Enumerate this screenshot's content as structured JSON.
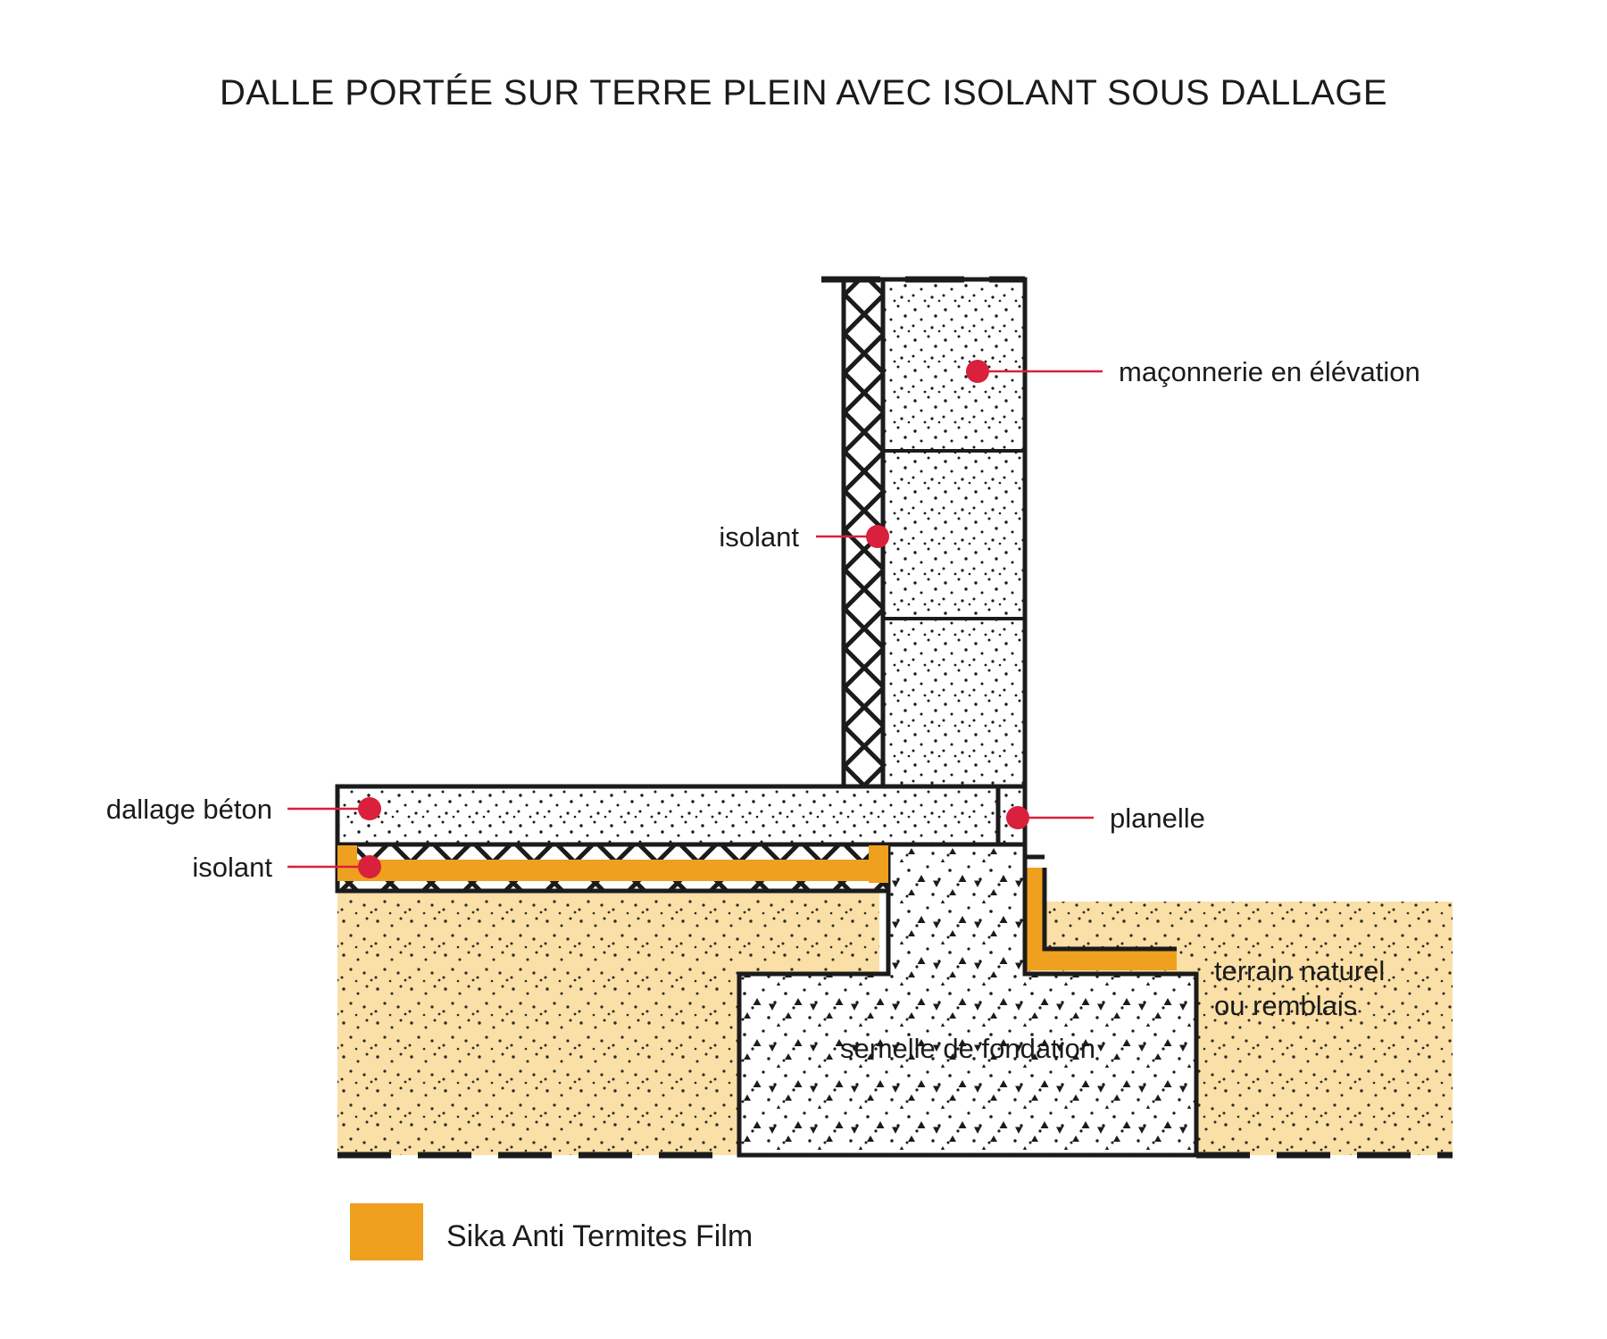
{
  "page": {
    "title": "DALLE PORTÉE SUR TERRE PLEIN AVEC ISOLANT SOUS DALLAGE",
    "background_color": "#FFFFFF"
  },
  "colors": {
    "film_orange": "#EFA01E",
    "terrain_sand": "#FADFA6",
    "marker_red": "#D9203C",
    "line_black": "#1B1B1B",
    "concrete_fill": "#FFFFFF",
    "text": "#1B1B1B"
  },
  "callouts": [
    {
      "id": "maconnerie-en-elevation",
      "label": "maçonnerie en élévation",
      "marker": "red-dot",
      "anchor_side": "right"
    },
    {
      "id": "isolant-mur",
      "label": "isolant",
      "marker": "red-dot",
      "anchor_side": "left"
    },
    {
      "id": "dallage-beton",
      "label": "dallage béton",
      "marker": "red-dot",
      "anchor_side": "left"
    },
    {
      "id": "isolant-sous-dallage",
      "label": "isolant",
      "marker": "red-dot",
      "anchor_side": "left"
    },
    {
      "id": "planelle",
      "label": "planelle",
      "marker": "red-dot",
      "anchor_side": "right"
    }
  ],
  "annotations": [
    {
      "id": "terrain-naturel",
      "line1": "terrain naturel",
      "line2": "ou remblais"
    },
    {
      "id": "semelle-de-fondation",
      "label": "semelle de fondation"
    }
  ],
  "legend": {
    "swatch_color": "#EFA01E",
    "label": "Sika Anti Termites Film"
  },
  "materials": {
    "insulation_name": "isolant",
    "concrete_name": "béton",
    "soil_name": "terrain naturel ou remblais",
    "film_name": "Sika Anti Termites Film"
  }
}
